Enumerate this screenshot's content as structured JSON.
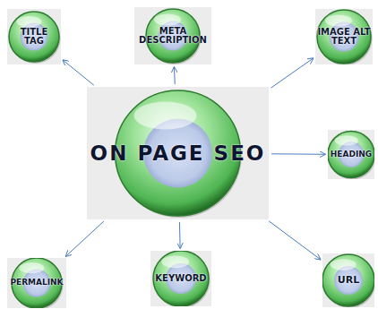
{
  "diagram": {
    "nodes": [
      {
        "text": [
          "TITLE TAG"
        ]
      },
      {
        "text": [
          "META DESCRIPTION"
        ]
      },
      {
        "text": [
          "IMAGE ALT TEXT"
        ]
      },
      {
        "text": [
          "ON PAGE SEO"
        ]
      },
      {
        "text": [
          "HEADING"
        ]
      },
      {
        "text": [
          "PERMALINK"
        ]
      },
      {
        "text": [
          "KEYWORD"
        ]
      },
      {
        "text": [
          "URL"
        ]
      }
    ],
    "edges": [
      {
        "from": 3,
        "to": 0,
        "arrow": "to"
      },
      {
        "from": 3,
        "to": 1,
        "arrow": "to"
      },
      {
        "from": 3,
        "to": 2,
        "arrow": "to"
      },
      {
        "from": 3,
        "to": 4,
        "arrow": "to"
      },
      {
        "from": 3,
        "to": 5,
        "arrow": "to"
      },
      {
        "from": 3,
        "to": 6,
        "arrow": "to"
      },
      {
        "from": 3,
        "to": 7,
        "arrow": "to"
      }
    ]
  }
}
